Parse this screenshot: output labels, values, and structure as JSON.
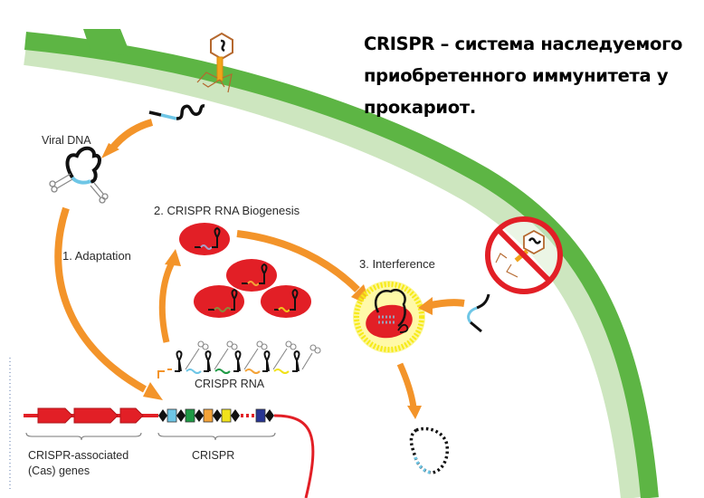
{
  "heading": {
    "lines": [
      "CRISPR – система наследуемого",
      "приобретенного иммунитета у",
      "прокариот."
    ]
  },
  "labels": {
    "viral_dna": "Viral DNA",
    "adaptation": "1. Adaptation",
    "biogenesis": "2. CRISPR RNA Biogenesis",
    "interference": "3. Interference",
    "crispr_rna": "CRISPR RNA",
    "cas_genes_line1": "CRISPR-associated",
    "cas_genes_line2": "(Cas) genes",
    "crispr": "CRISPR"
  },
  "icons": {
    "phage": "bacteriophage-icon",
    "blocked_phage": "no-phage-icon",
    "scissors": "scissors-icon",
    "cas_complex": "cas-complex-icon"
  },
  "colors": {
    "membrane_dark": "#5db544",
    "membrane_light": "#cde6bf",
    "arrow_orange": "#f3942a",
    "cas_red": "#e21f26",
    "spacer_blue": "#6ec6e6",
    "spacer_green": "#1f9a45",
    "spacer_orange": "#f4a338",
    "spacer_yellow": "#f1e21b",
    "spacer_navy": "#283593",
    "repeat_black": "#111111",
    "glow_yellow": "#f7ea18",
    "phage_brown": "#b5682e",
    "phage_tail": "#f1a41a"
  }
}
